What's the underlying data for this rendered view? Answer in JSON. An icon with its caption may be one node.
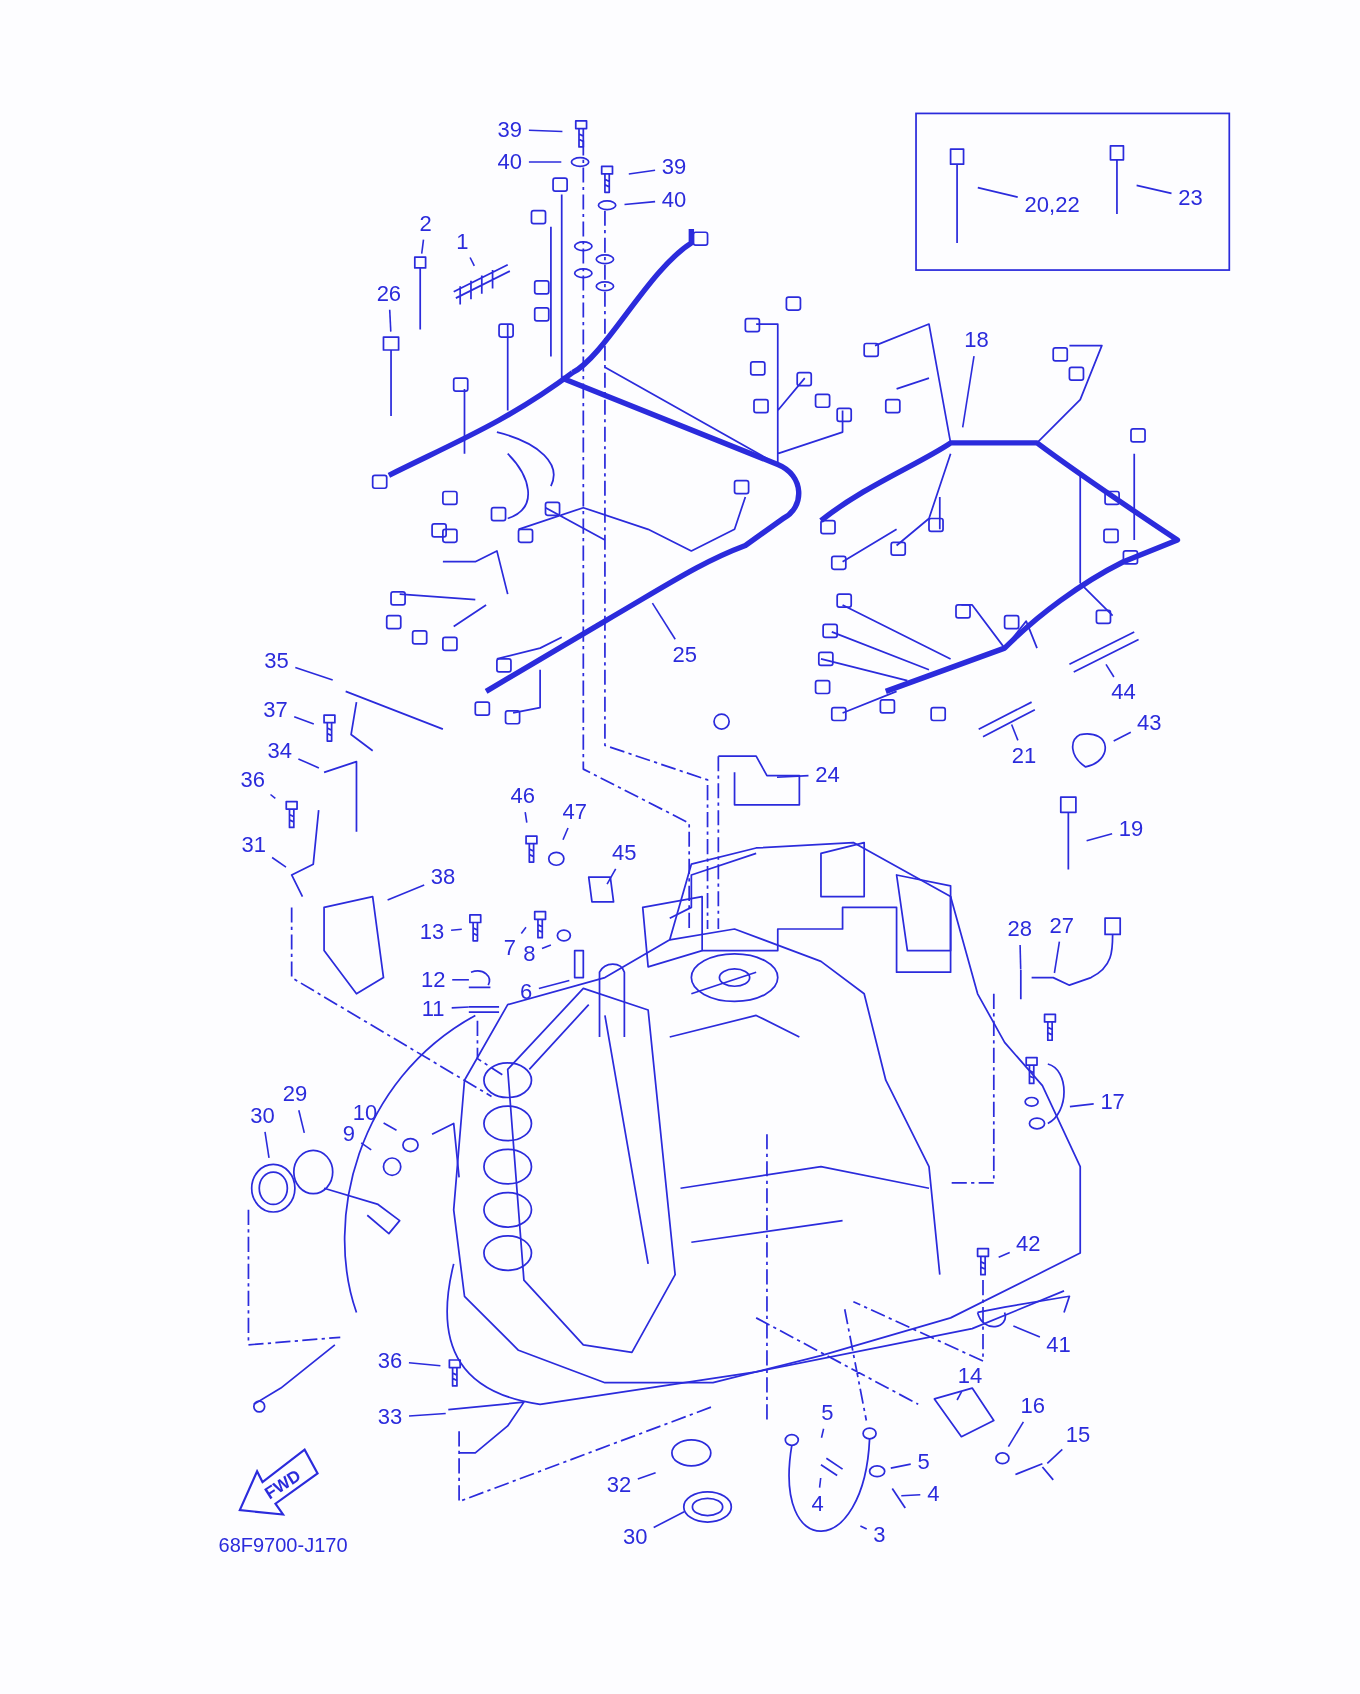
{
  "diagram": {
    "nodes": [
      {
        "text": [
          "39"
        ]
      },
      {
        "text": [
          "40"
        ]
      },
      {
        "text": [
          "39"
        ]
      },
      {
        "text": [
          "40"
        ]
      },
      {
        "text": [
          "2"
        ]
      },
      {
        "text": [
          "1"
        ]
      },
      {
        "text": [
          "26"
        ]
      },
      {
        "text": [
          "20,22"
        ]
      },
      {
        "text": [
          "23"
        ]
      },
      {
        "text": [
          "18"
        ]
      },
      {
        "text": [
          "25"
        ]
      },
      {
        "text": [
          "44"
        ]
      },
      {
        "text": [
          "21"
        ]
      },
      {
        "text": [
          "43"
        ]
      },
      {
        "text": [
          "35"
        ]
      },
      {
        "text": [
          "37"
        ]
      },
      {
        "text": [
          "34"
        ]
      },
      {
        "text": [
          "36"
        ]
      },
      {
        "text": [
          "31"
        ]
      },
      {
        "text": [
          "38"
        ]
      },
      {
        "text": [
          "24"
        ]
      },
      {
        "text": [
          "19"
        ]
      },
      {
        "text": [
          "46"
        ]
      },
      {
        "text": [
          "47"
        ]
      },
      {
        "text": [
          "45"
        ]
      },
      {
        "text": [
          "13"
        ]
      },
      {
        "text": [
          "7"
        ]
      },
      {
        "text": [
          "8"
        ]
      },
      {
        "text": [
          "12"
        ]
      },
      {
        "text": [
          "11"
        ]
      },
      {
        "text": [
          "6"
        ]
      },
      {
        "text": [
          "28"
        ]
      },
      {
        "text": [
          "27"
        ]
      },
      {
        "text": [
          "17"
        ]
      },
      {
        "text": [
          "29"
        ]
      },
      {
        "text": [
          "30"
        ]
      },
      {
        "text": [
          "10"
        ]
      },
      {
        "text": [
          "9"
        ]
      },
      {
        "text": [
          "42"
        ]
      },
      {
        "text": [
          "41"
        ]
      },
      {
        "text": [
          "36"
        ]
      },
      {
        "text": [
          "33"
        ]
      },
      {
        "text": [
          "14"
        ]
      },
      {
        "text": [
          "16"
        ]
      },
      {
        "text": [
          "15"
        ]
      },
      {
        "text": [
          "5"
        ]
      },
      {
        "text": [
          "5"
        ]
      },
      {
        "text": [
          "4"
        ]
      },
      {
        "text": [
          "4"
        ]
      },
      {
        "text": [
          "32"
        ]
      },
      {
        "text": [
          "30"
        ]
      },
      {
        "text": [
          "3"
        ]
      }
    ],
    "edges": [
      {
        "from": 0,
        "to": null,
        "arrow": "none"
      },
      {
        "from": 1,
        "to": null,
        "arrow": "none"
      },
      {
        "from": 2,
        "to": null,
        "arrow": "none"
      },
      {
        "from": 3,
        "to": null,
        "arrow": "none"
      },
      {
        "from": 4,
        "to": null,
        "arrow": "none"
      },
      {
        "from": 5,
        "to": null,
        "arrow": "none"
      },
      {
        "from": 6,
        "to": null,
        "arrow": "none"
      },
      {
        "from": 7,
        "to": null,
        "arrow": "none"
      },
      {
        "from": 8,
        "to": null,
        "arrow": "none"
      },
      {
        "from": 9,
        "to": null,
        "arrow": "none"
      },
      {
        "from": 10,
        "to": null,
        "arrow": "none"
      },
      {
        "from": 11,
        "to": null,
        "arrow": "none"
      },
      {
        "from": 12,
        "to": null,
        "arrow": "none"
      },
      {
        "from": 13,
        "to": null,
        "arrow": "none"
      },
      {
        "from": 14,
        "to": null,
        "arrow": "none"
      },
      {
        "from": 15,
        "to": null,
        "arrow": "none"
      },
      {
        "from": 16,
        "to": null,
        "arrow": "none"
      },
      {
        "from": 17,
        "to": null,
        "arrow": "none"
      },
      {
        "from": 18,
        "to": null,
        "arrow": "none"
      },
      {
        "from": 19,
        "to": null,
        "arrow": "none"
      },
      {
        "from": 20,
        "to": null,
        "arrow": "none"
      },
      {
        "from": 21,
        "to": null,
        "arrow": "none"
      },
      {
        "from": 22,
        "to": null,
        "arrow": "none"
      },
      {
        "from": 23,
        "to": null,
        "arrow": "none"
      },
      {
        "from": 24,
        "to": null,
        "arrow": "none"
      },
      {
        "from": 25,
        "to": null,
        "arrow": "none"
      },
      {
        "from": 26,
        "to": null,
        "arrow": "none"
      },
      {
        "from": 27,
        "to": null,
        "arrow": "none"
      },
      {
        "from": 28,
        "to": null,
        "arrow": "none"
      },
      {
        "from": 29,
        "to": null,
        "arrow": "none"
      },
      {
        "from": 30,
        "to": null,
        "arrow": "none"
      },
      {
        "from": 31,
        "to": null,
        "arrow": "none"
      },
      {
        "from": 32,
        "to": null,
        "arrow": "none"
      },
      {
        "from": 33,
        "to": null,
        "arrow": "none"
      },
      {
        "from": 34,
        "to": null,
        "arrow": "none"
      },
      {
        "from": 35,
        "to": null,
        "arrow": "none"
      },
      {
        "from": 36,
        "to": null,
        "arrow": "none"
      },
      {
        "from": 37,
        "to": null,
        "arrow": "none"
      },
      {
        "from": 38,
        "to": null,
        "arrow": "none"
      },
      {
        "from": 39,
        "to": null,
        "arrow": "none"
      },
      {
        "from": 40,
        "to": null,
        "arrow": "none"
      },
      {
        "from": 41,
        "to": null,
        "arrow": "none"
      },
      {
        "from": 42,
        "to": null,
        "arrow": "none"
      },
      {
        "from": 43,
        "to": null,
        "arrow": "none"
      },
      {
        "from": 44,
        "to": null,
        "arrow": "none"
      },
      {
        "from": 45,
        "to": null,
        "arrow": "none"
      },
      {
        "from": 46,
        "to": null,
        "arrow": "none"
      },
      {
        "from": 47,
        "to": null,
        "arrow": "none"
      },
      {
        "from": 48,
        "to": null,
        "arrow": "none"
      },
      {
        "from": 49,
        "to": null,
        "arrow": "none"
      },
      {
        "from": 50,
        "to": null,
        "arrow": "none"
      },
      {
        "from": 51,
        "to": null,
        "arrow": "none"
      }
    ],
    "labels": [
      "FWD",
      "68F9700-J170"
    ]
  }
}
